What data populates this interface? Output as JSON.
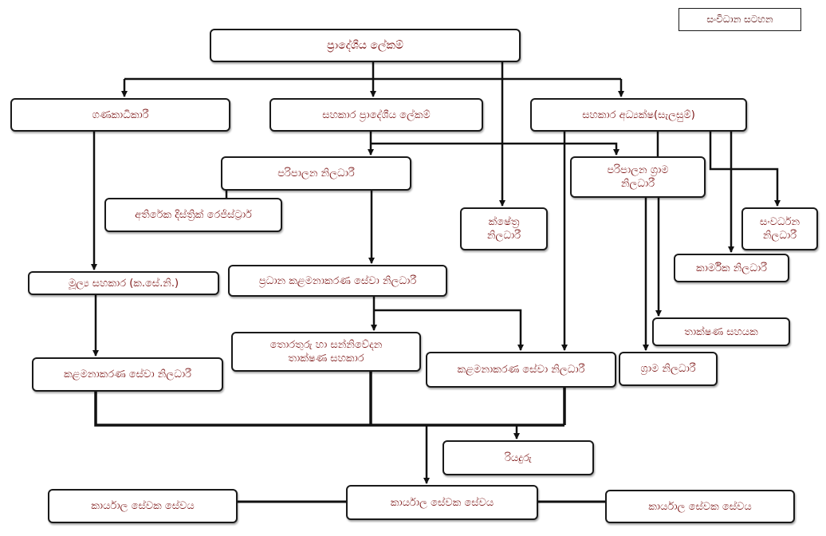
{
  "diagram": {
    "title": "සංවිධාන සටහන",
    "boxes": {
      "ds": "ප්‍රාදේශීය ලේකම්",
      "accountant": "ගණකාධිකාරී",
      "ads": "සහකාර ප්‍රාදේශීය ලේකම්",
      "adPlanning": "සහකාර අධ්‍යක්ෂ(සැලසුම්)",
      "adminOfficer": "පරිපාලන නිලධාරී",
      "addlRegistrar": "අතිරේක දිස්ත්‍රික් රෙජිස්ට්‍රාර්",
      "fieldOfficer": "ක්ෂේත්‍ර\nනිලධාරී",
      "adminGramaOfficer": "පරිපාලන ග්‍රාම\nනිලධාරී",
      "devOfficer": "සංවර්ධන\nනිලධාරී",
      "industrialOfficer": "කාර්මික නිලධාරී",
      "chiefMgmtAsst": "ප්‍රධාන කළමනාකරණ සේවා නිලධාරී",
      "chiefFinAsst": "මූල්‍ය සහකාර (ක.සේ.නි.)",
      "techAsst": "තාක්ෂණ සහයක",
      "itAssistant": "තොරතුරු හා සන්නිවේදන\nතාක්ෂණ සහකාර",
      "mgmtLeft": "කළමනාකරණ සේවා නිලධාරී",
      "mgmtMid": "කළමනාකරණ සේවා නිලධාරී",
      "gramaOfficer": "ග්‍රාම නිලධාරී",
      "driver": "රියදුරු",
      "officeLeft": "කාර්යාල සේවක සේවය",
      "officeMid": "කාර්යාල සේවක සේවය",
      "officeRight": "කාර්යාල සේවක සේවය"
    }
  }
}
